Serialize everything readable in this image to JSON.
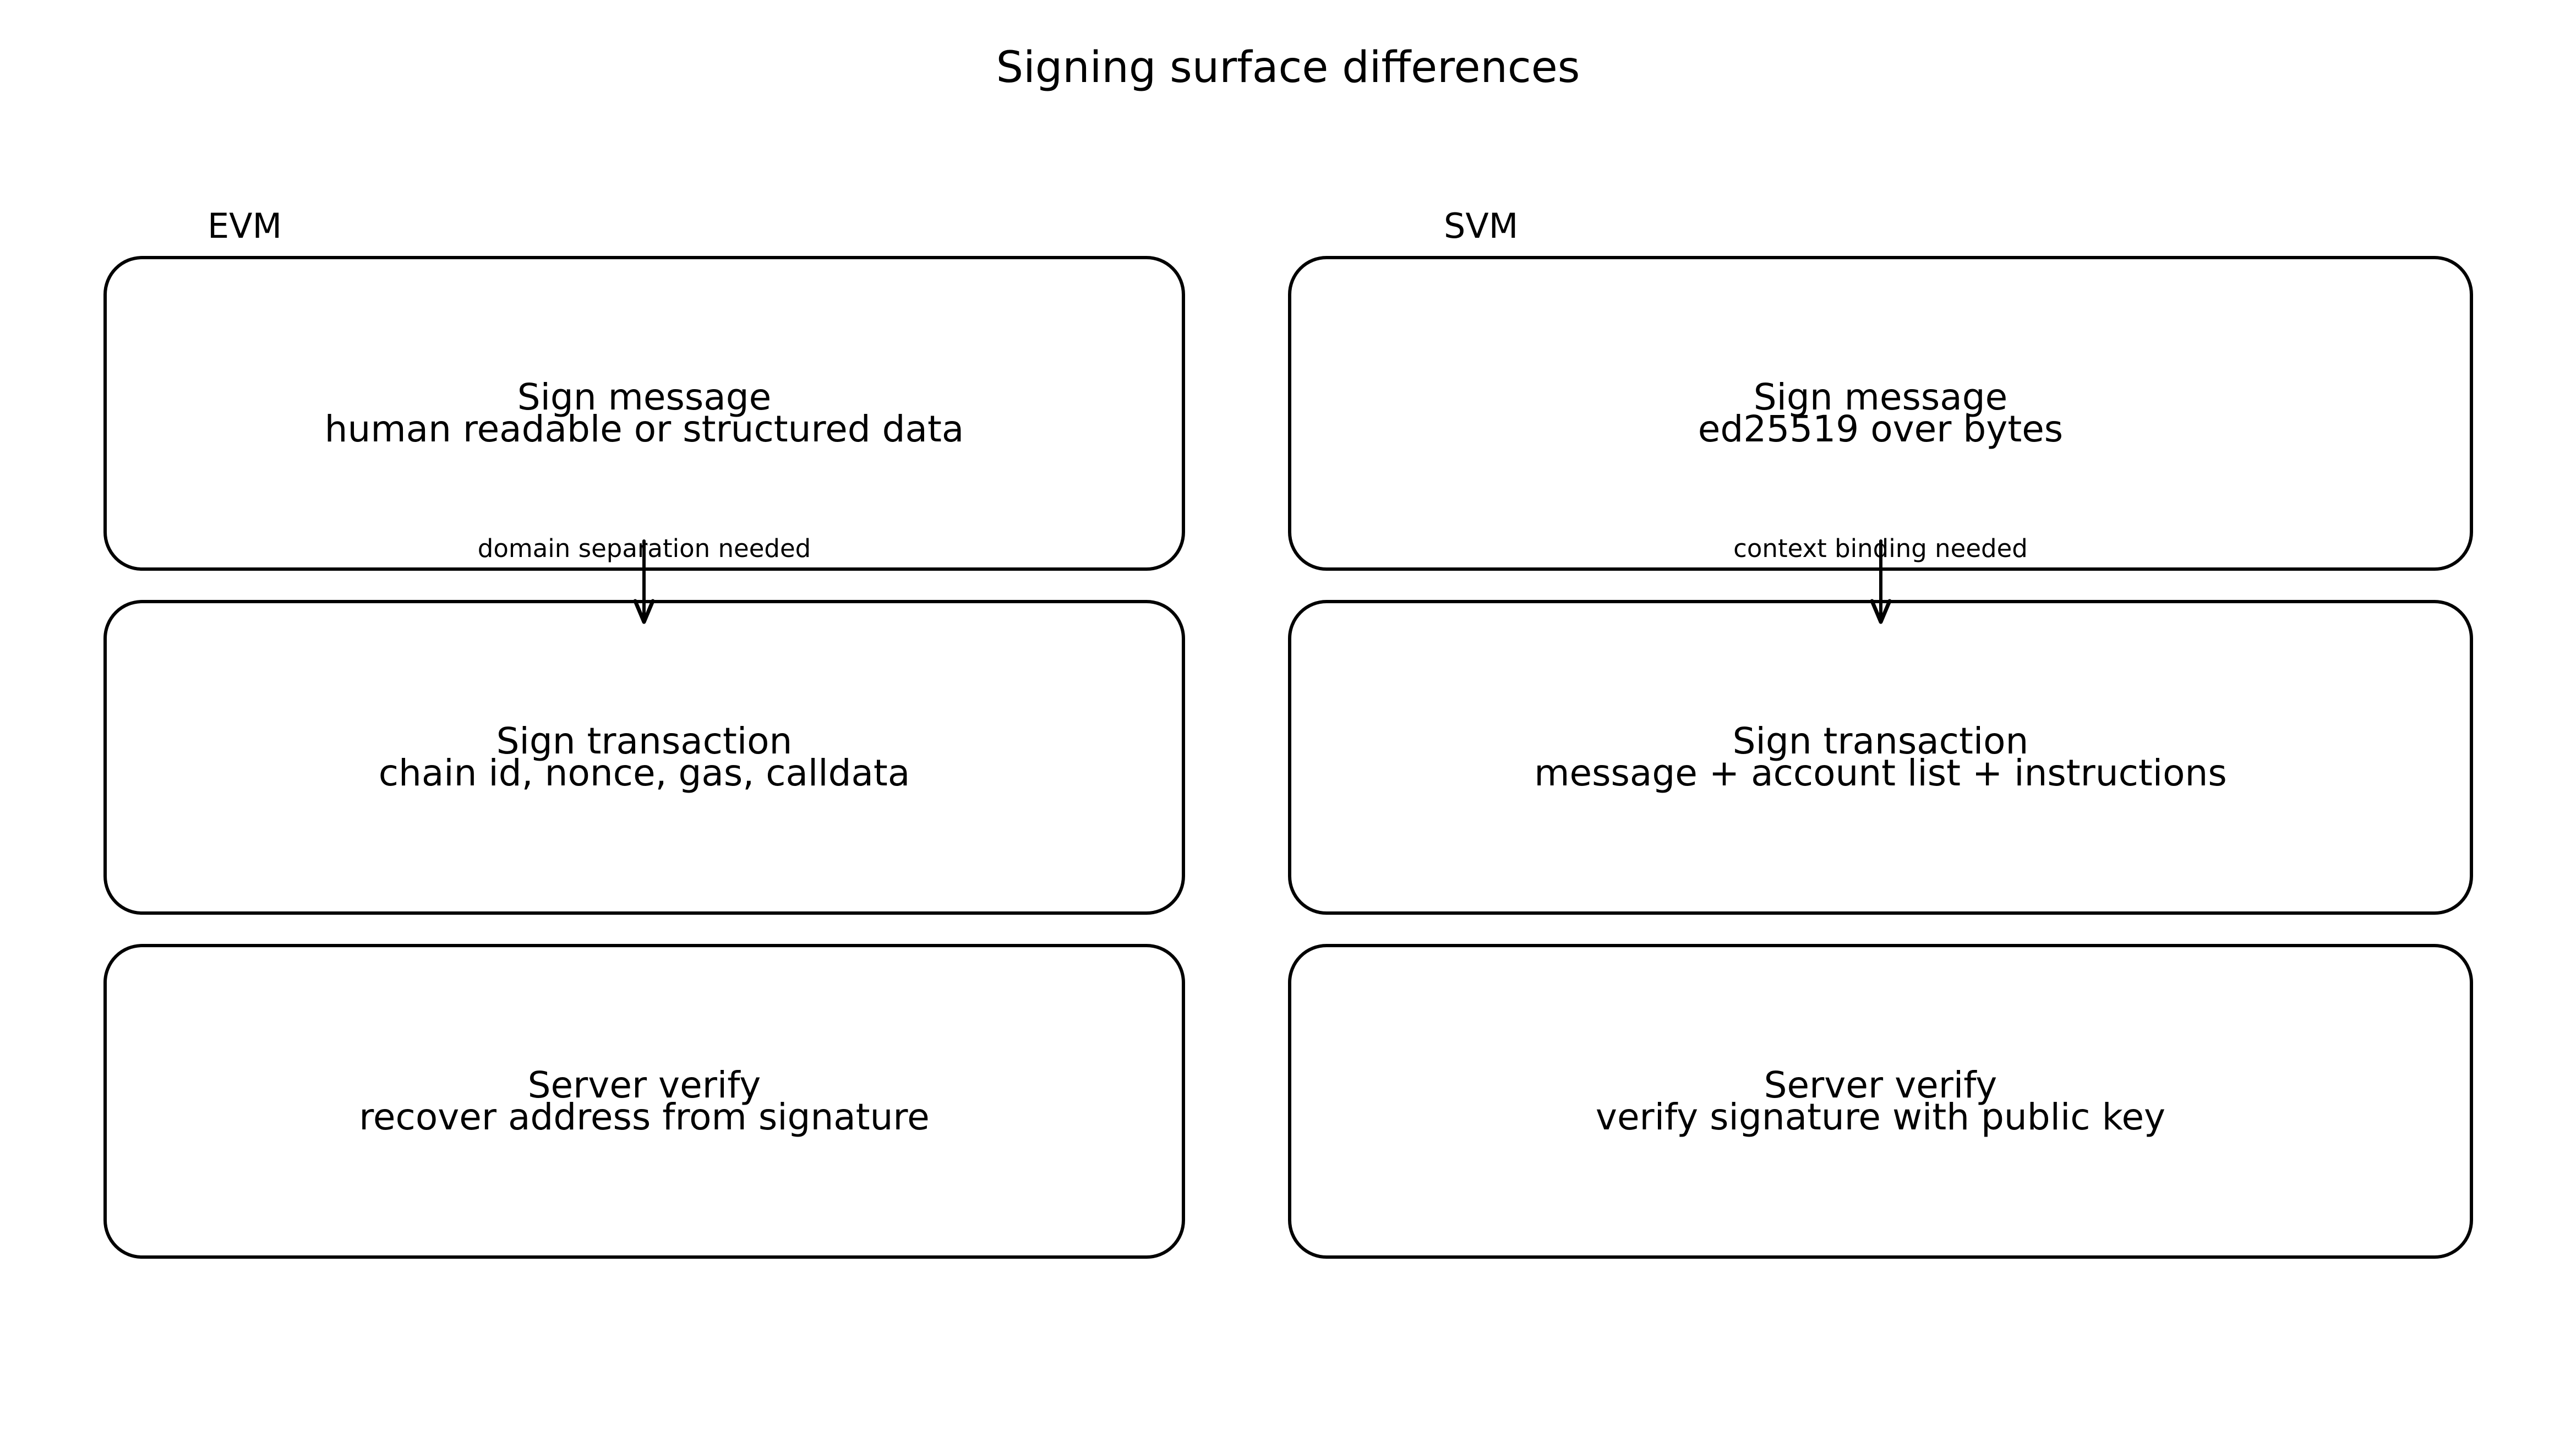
{
  "title": "Signing surface differences",
  "colors": {
    "background": "#ffffff",
    "stroke": "#000000",
    "text": "#000000"
  },
  "columns": [
    {
      "header": "EVM",
      "boxes": [
        {
          "line1": "Sign message",
          "line2": "human readable or structured data"
        },
        {
          "line1": "Sign transaction",
          "line2": "chain id, nonce, gas, calldata"
        },
        {
          "line1": "Server verify",
          "line2": "recover address from signature"
        }
      ],
      "arrow_label": "domain separation needed"
    },
    {
      "header": "SVM",
      "boxes": [
        {
          "line1": "Sign message",
          "line2": "ed25519 over bytes"
        },
        {
          "line1": "Sign transaction",
          "line2": "message + account list + instructions"
        },
        {
          "line1": "Server verify",
          "line2": "verify signature with public key"
        }
      ],
      "arrow_label": "context binding needed"
    }
  ]
}
